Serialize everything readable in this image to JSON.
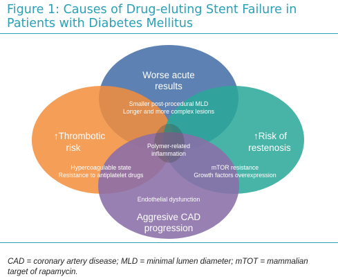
{
  "figure": {
    "title": "Figure 1: Causes of Drug-eluting Stent Failure in Patients with Diabetes Mellitus",
    "caption": "CAD = coronary artery disease; MLD = minimal lumen diameter; mTOT = mammalian target of rapamycin."
  },
  "diagram": {
    "circles": {
      "top": {
        "title_line1": "Worse acute",
        "title_line2": "results",
        "detail_line1": "Smaller post-procedural MLD",
        "detail_line2": "Longer and more complex lesions",
        "color": "#4e76ab"
      },
      "left": {
        "arrow": "↑",
        "title_line1": "Thrombotic",
        "title_line2": "risk",
        "detail_line1": "Hypercoagulable state",
        "detail_line2": "Resistance to antiplatelet drugs",
        "color": "#f28e3c"
      },
      "right": {
        "arrow": "↑",
        "title_line1": "Risk of",
        "title_line2": "restenosis",
        "detail_line1": "mTOR resistance",
        "detail_line2": "Growth factors overexpression",
        "color": "#2aa898"
      },
      "bottom": {
        "title_line1": "Aggresive CAD",
        "title_line2": "progression",
        "detail_line1": "Endothelial dysfunction",
        "color": "#8a6ea8"
      }
    },
    "center": {
      "line1": "Polymer-related",
      "line2": "inflammation"
    }
  }
}
